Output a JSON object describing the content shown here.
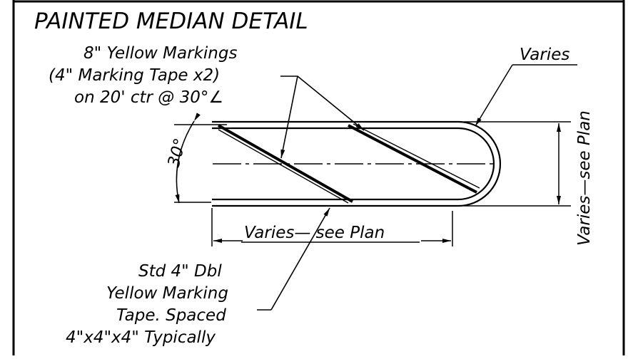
{
  "title": "PAINTED MEDIAN DETAIL",
  "callout_markings": {
    "line1": "8\" Yellow Markings",
    "line2": "(4\" Marking Tape x2)",
    "line3": "on 20' ctr @ 30°∠"
  },
  "angle_label": "30°",
  "top_varies_label": "Varies",
  "width_label": "Varies—see Plan",
  "length_label": "Varies— see Plan",
  "callout_double": {
    "line1": "Std 4\" Dbl",
    "line2": "Yellow Marking",
    "line3": "Tape. Spaced",
    "line4": "4\"x4\"x4\" Typically"
  }
}
